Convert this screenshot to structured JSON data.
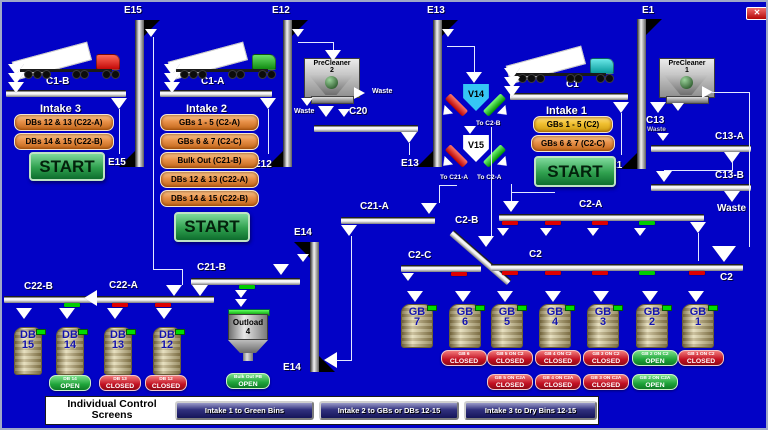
{
  "window": {
    "close_label": "✕"
  },
  "colors": {
    "background": "#0202C6",
    "valve_v14": "#35C6F5",
    "valve_v15": "#FFFFFF",
    "gate_open": "#00CC00",
    "gate_closed": "#DD0000",
    "status_open": "#1FA43A",
    "status_closed": "#C21022"
  },
  "labels": {
    "e15_top": "E15",
    "e15_bottom": "E15",
    "e12_top": "E12",
    "e12_bottom": "E12",
    "e13_top": "E13",
    "e13_bottom": "E13",
    "e1_top": "E1",
    "e1_bottom": "E1",
    "e14_top": "E14",
    "e14_bottom": "E14",
    "c1b": "C1-B",
    "c1a": "C1-A",
    "c1": "C1",
    "c20": "C20",
    "c13": "C13",
    "c13a": "C13-A",
    "c13b": "C13-B",
    "c21a": "C21-A",
    "c21b": "C21-B",
    "c22a": "C22-A",
    "c22b": "C22-B",
    "c2a": "C2-A",
    "c2b": "C2-B",
    "c2c": "C2-C",
    "c2_left": "C2",
    "c2_right": "C2",
    "waste": "Waste"
  },
  "precleaners": [
    {
      "name": "PreCleaner",
      "num": "2"
    },
    {
      "name": "PreCleaner",
      "num": "1"
    }
  ],
  "valves": {
    "v14": "V14",
    "v15": "V15",
    "to_c2b": "To C2-B",
    "to_c21a": "To C21-A",
    "to_c2a": "To C2-A"
  },
  "intake3": {
    "title": "Intake 3",
    "buttons": [
      "DBs 12 & 13 (C22-A)",
      "DBs 14 & 15 (C22-B)"
    ],
    "start": "START"
  },
  "intake2": {
    "title": "Intake 2",
    "buttons": [
      "GBs 1 - 5 (C2-A)",
      "GBs 6 & 7 (C2-C)",
      "Bulk Out (C21-B)",
      "DBs 12 & 13 (C22-A)",
      "DBs 14 & 15 (C22-B)"
    ],
    "start": "START"
  },
  "intake1": {
    "title": "Intake 1",
    "buttons": [
      "GBs 1 - 5 (C2)",
      "GBs 6 & 7 (C2-C)"
    ],
    "start": "START"
  },
  "gates": {
    "c22": [
      "open",
      "closed",
      "closed"
    ],
    "c21b": [
      "open"
    ],
    "c2c": [
      "closed"
    ],
    "c2a": [
      "closed",
      "closed",
      "closed",
      "open"
    ],
    "c2": [
      "closed",
      "closed",
      "closed",
      "open",
      "closed"
    ]
  },
  "green_bins": [
    {
      "name": "GB",
      "num": "7",
      "statuses": []
    },
    {
      "name": "GB",
      "num": "6",
      "statuses": [
        {
          "line1": "GB 6",
          "line2": "CLOSED",
          "state": "closed"
        }
      ]
    },
    {
      "name": "GB",
      "num": "5",
      "statuses": [
        {
          "line1": "GB 5 ON C2",
          "line2": "CLOSED",
          "state": "closed"
        },
        {
          "line1": "GB 5 ON C2A",
          "line2": "CLOSED",
          "state": "closed"
        }
      ]
    },
    {
      "name": "GB",
      "num": "4",
      "statuses": [
        {
          "line1": "GB 4 ON C2",
          "line2": "CLOSED",
          "state": "closed"
        },
        {
          "line1": "GB 4 ON C2A",
          "line2": "CLOSED",
          "state": "closed"
        }
      ]
    },
    {
      "name": "GB",
      "num": "3",
      "statuses": [
        {
          "line1": "GB 3 ON C2",
          "line2": "CLOSED",
          "state": "closed"
        },
        {
          "line1": "GB 3 ON C2A",
          "line2": "CLOSED",
          "state": "closed"
        }
      ]
    },
    {
      "name": "GB",
      "num": "2",
      "statuses": [
        {
          "line1": "GB 2 ON C2",
          "line2": "OPEN",
          "state": "open"
        },
        {
          "line1": "GB 2 ON C2A",
          "line2": "OPEN",
          "state": "open"
        }
      ]
    },
    {
      "name": "GB",
      "num": "1",
      "statuses": [
        {
          "line1": "GB 1 ON C2",
          "line2": "CLOSED",
          "state": "closed"
        }
      ]
    }
  ],
  "dry_bins": [
    {
      "name": "DB",
      "num": "15",
      "statuses": []
    },
    {
      "name": "DB",
      "num": "14",
      "statuses": [
        {
          "line1": "DB 14",
          "line2": "OPEN",
          "state": "open"
        }
      ]
    },
    {
      "name": "DB",
      "num": "13",
      "statuses": [
        {
          "line1": "DB 13",
          "line2": "CLOSED",
          "state": "closed"
        }
      ]
    },
    {
      "name": "DB",
      "num": "12",
      "statuses": [
        {
          "line1": "DB 12",
          "line2": "CLOSED",
          "state": "closed"
        }
      ]
    }
  ],
  "outload": {
    "name": "Outload",
    "num": "4",
    "status": {
      "line1": "Bulk Out PB",
      "line2": "OPEN",
      "state": "open"
    }
  },
  "footer": {
    "title_line1": "Individual Control",
    "title_line2": "Screens",
    "buttons": [
      "Intake 1 to Green Bins",
      "Intake 2 to GBs or DBs 12-15",
      "Intake 3 to Dry Bins 12-15"
    ]
  }
}
